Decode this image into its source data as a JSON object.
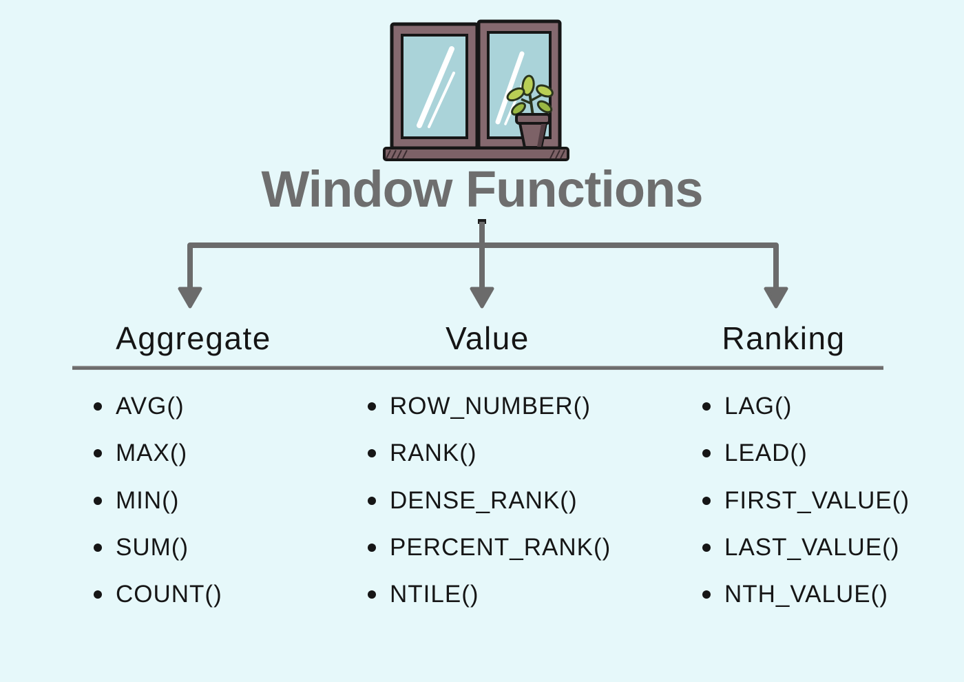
{
  "title": "Window Functions",
  "columns": [
    {
      "header": "Aggregate",
      "items": [
        "AVG()",
        "MAX()",
        "MIN()",
        "SUM()",
        "COUNT()"
      ]
    },
    {
      "header": "Value",
      "items": [
        "ROW_NUMBER()",
        "RANK()",
        "DENSE_RANK()",
        "PERCENT_RANK()",
        "NTILE()"
      ]
    },
    {
      "header": "Ranking",
      "items": [
        "LAG()",
        "LEAD()",
        "FIRST_VALUE()",
        "LAST_VALUE()",
        "NTH_VALUE()"
      ]
    }
  ],
  "icons": {
    "arrow_down": "▼ filled gray arrowhead",
    "bullet": "●",
    "illustration": "hand-drawn window with potted plant on sill"
  },
  "colors": {
    "background": "#e6f8fa",
    "title_gray": "#6e6e6e",
    "connector_gray": "#6b6b6b",
    "text_black": "#161616",
    "window_frame": "#85696f",
    "window_glass": "#aad3d9",
    "window_sill": "#7d6267",
    "pot": "#7d6267",
    "pot_shadow": "#523e43",
    "leaf_green": "#b9cf55",
    "outline": "#161616"
  }
}
